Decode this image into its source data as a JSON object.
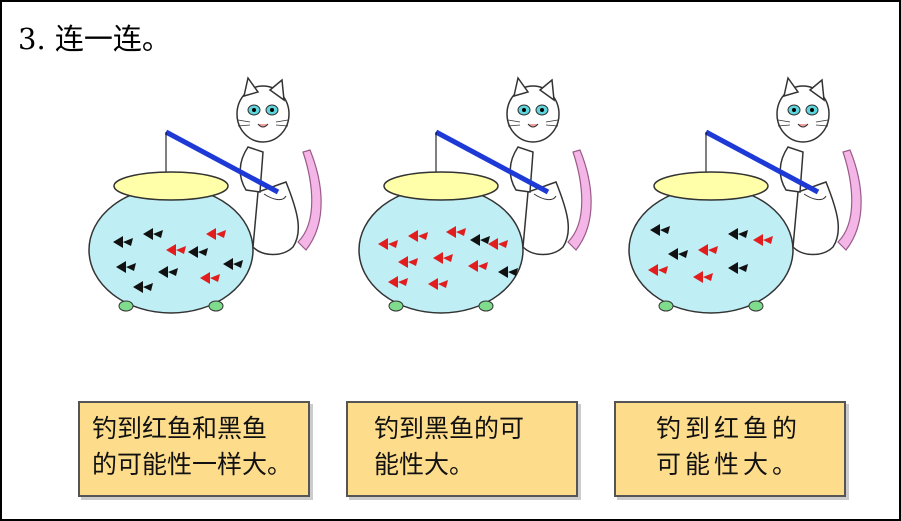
{
  "question": {
    "number": "3.",
    "title": "连一连。"
  },
  "scenes": [
    {
      "fishbowl": "fishbowl-1",
      "red_fish_count": 3,
      "black_fish_count": 7
    },
    {
      "fishbowl": "fishbowl-2",
      "red_fish_count": 9,
      "black_fish_count": 2
    },
    {
      "fishbowl": "fishbowl-3",
      "red_fish_count": 4,
      "black_fish_count": 4
    }
  ],
  "cards": [
    {
      "line1": "钓到红鱼和黑鱼",
      "line2": "的可能性一样大。"
    },
    {
      "line1": "钓到黑鱼的可",
      "line2": "能性大。"
    },
    {
      "line1": "钓到红鱼的",
      "line2": "可能性大。"
    }
  ],
  "colors": {
    "card_background": "#fddc8c",
    "bowl_water": "#bfeef5",
    "bowl_rim": "#ffffaa",
    "red_fish": "#e11d1d",
    "black_fish": "#111111",
    "cat_tail": "#f4b6e6"
  }
}
